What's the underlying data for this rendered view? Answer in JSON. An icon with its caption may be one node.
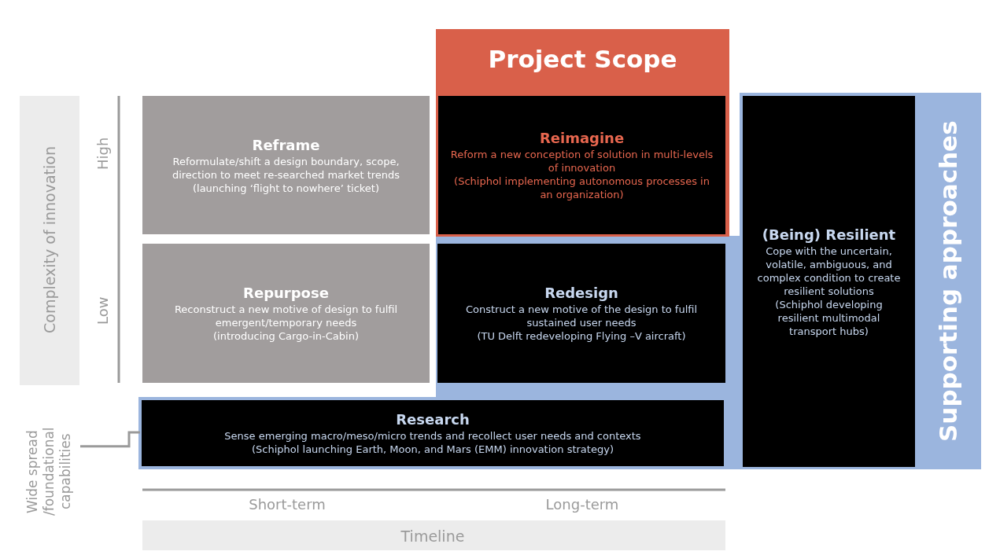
{
  "diagram": {
    "nodes": [
      {
        "text": [
          "Project Scope"
        ]
      },
      {
        "text": [
          "Reframe",
          "Reformulate/shift a design boundary, scope, direction to meet re-searched market trends",
          "(launching ‘flight to nowhere’ ticket)"
        ]
      },
      {
        "text": [
          "Reimagine",
          "Reform a new conception of solution in multi-levels of innovation",
          "(Schiphol implementing autonomous processes in an organization)"
        ],
        "in": 0
      },
      {
        "text": [
          "Repurpose",
          "Reconstruct a new motive of design to fulfil emergent/temporary needs",
          "(introducing Cargo-in-Cabin)"
        ]
      },
      {
        "text": [
          "Redesign",
          "Construct a new motive of the design to fulfil sustained user needs",
          "(TU Delft redeveloping Flying –V aircraft)"
        ]
      },
      {
        "text": [
          "Supporting approaches"
        ]
      },
      {
        "text": [
          "(Being) Resilient",
          "Cope with the uncertain, volatile, ambiguous, and complex condition to create resilient solutions",
          "(Schiphol developing resilient multimodal transport hubs)"
        ],
        "in": 5
      },
      {
        "text": [
          "Research",
          "Sense emerging macro/meso/micro trends and recollect user needs and contexts",
          "(Schiphol launching Earth, Moon, and Mars (EMM) innovation strategy)"
        ]
      },
      {
        "text": [
          "Wide spread /foundational capabilities"
        ]
      }
    ],
    "edges": [
      {
        "from": 8,
        "to": 7,
        "arrow": "none"
      }
    ],
    "labels": [
      "Complexity of innovation",
      "High",
      "Low",
      "Short-term",
      "Long-term",
      "Timeline"
    ]
  }
}
